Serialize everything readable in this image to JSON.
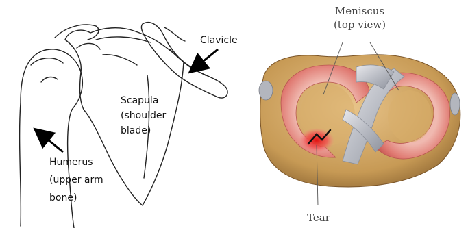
{
  "left_figure": {
    "labels": {
      "clavicle": "Clavicle",
      "scapula": [
        "Scapula",
        "(shoulder",
        "blade)"
      ],
      "humerus": [
        "Humerus",
        "(upper arm",
        "bone)"
      ]
    }
  },
  "right_figure": {
    "labels": {
      "meniscus": [
        "Meniscus",
        "(top view)"
      ],
      "tear": "Tear"
    }
  }
}
